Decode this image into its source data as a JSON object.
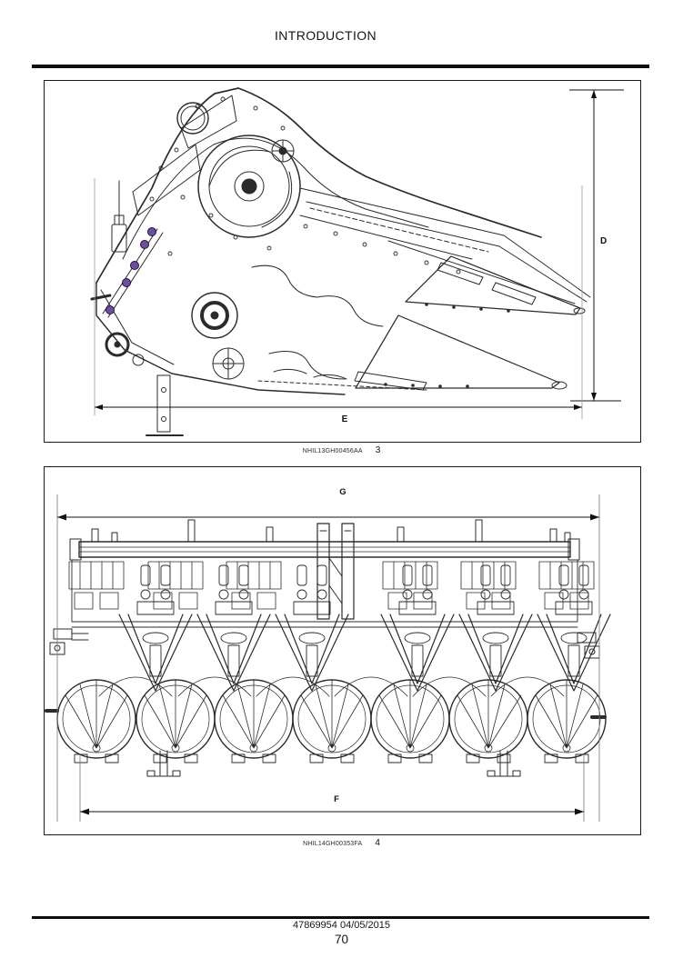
{
  "page": {
    "title": "INTRODUCTION",
    "footer": {
      "revision": "47869954 04/05/2015",
      "page_number": "70"
    }
  },
  "figures": {
    "fig3": {
      "description": "corn-header-side-view-technical-drawing",
      "image_code": "NHIL13GH00456AA",
      "number": "3",
      "dim_vertical": "D",
      "dim_horizontal": "E"
    },
    "fig4": {
      "description": "corn-header-front-view-technical-drawing",
      "image_code": "NHIL14GH00353FA",
      "number": "4",
      "dim_top": "G",
      "dim_bottom": "F"
    }
  },
  "colors": {
    "line_art": "#2b2b2b",
    "dimension": "#111111",
    "knob_purple": "#6b4fa0",
    "rule_black": "#0d0d0d"
  }
}
